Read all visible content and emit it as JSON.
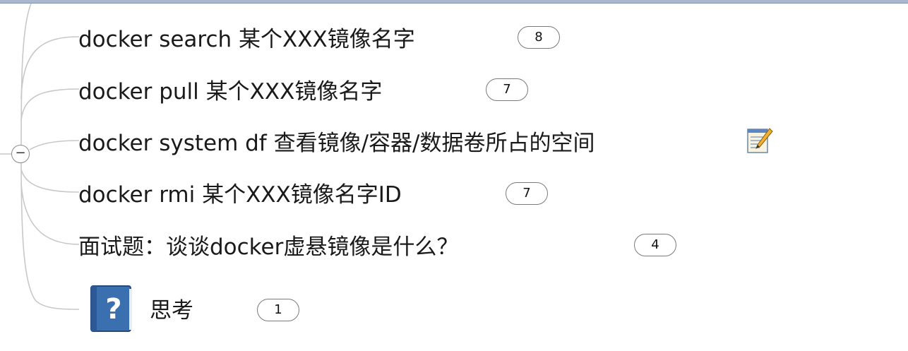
{
  "mindmap": {
    "collapse_symbol": "−",
    "nodes": [
      {
        "text": "docker search 某个XXX镜像名字",
        "badge": "8"
      },
      {
        "text": "docker pull 某个XXX镜像名字",
        "badge": "7"
      },
      {
        "text": "docker system df 查看镜像/容器/数据卷所占的空间",
        "icon": "note-pencil-icon"
      },
      {
        "text": "docker rmi 某个XXX镜像名字ID",
        "badge": "7"
      },
      {
        "text": "面试题：谈谈docker虚悬镜像是什么？",
        "badge": "4"
      },
      {
        "text": "思考",
        "badge": "1",
        "icon": "question-book-icon"
      }
    ]
  },
  "colors": {
    "connector": "#c8c8c8",
    "top_border": "#a9b8cc",
    "help_icon_blue": "#3a6fb0"
  }
}
